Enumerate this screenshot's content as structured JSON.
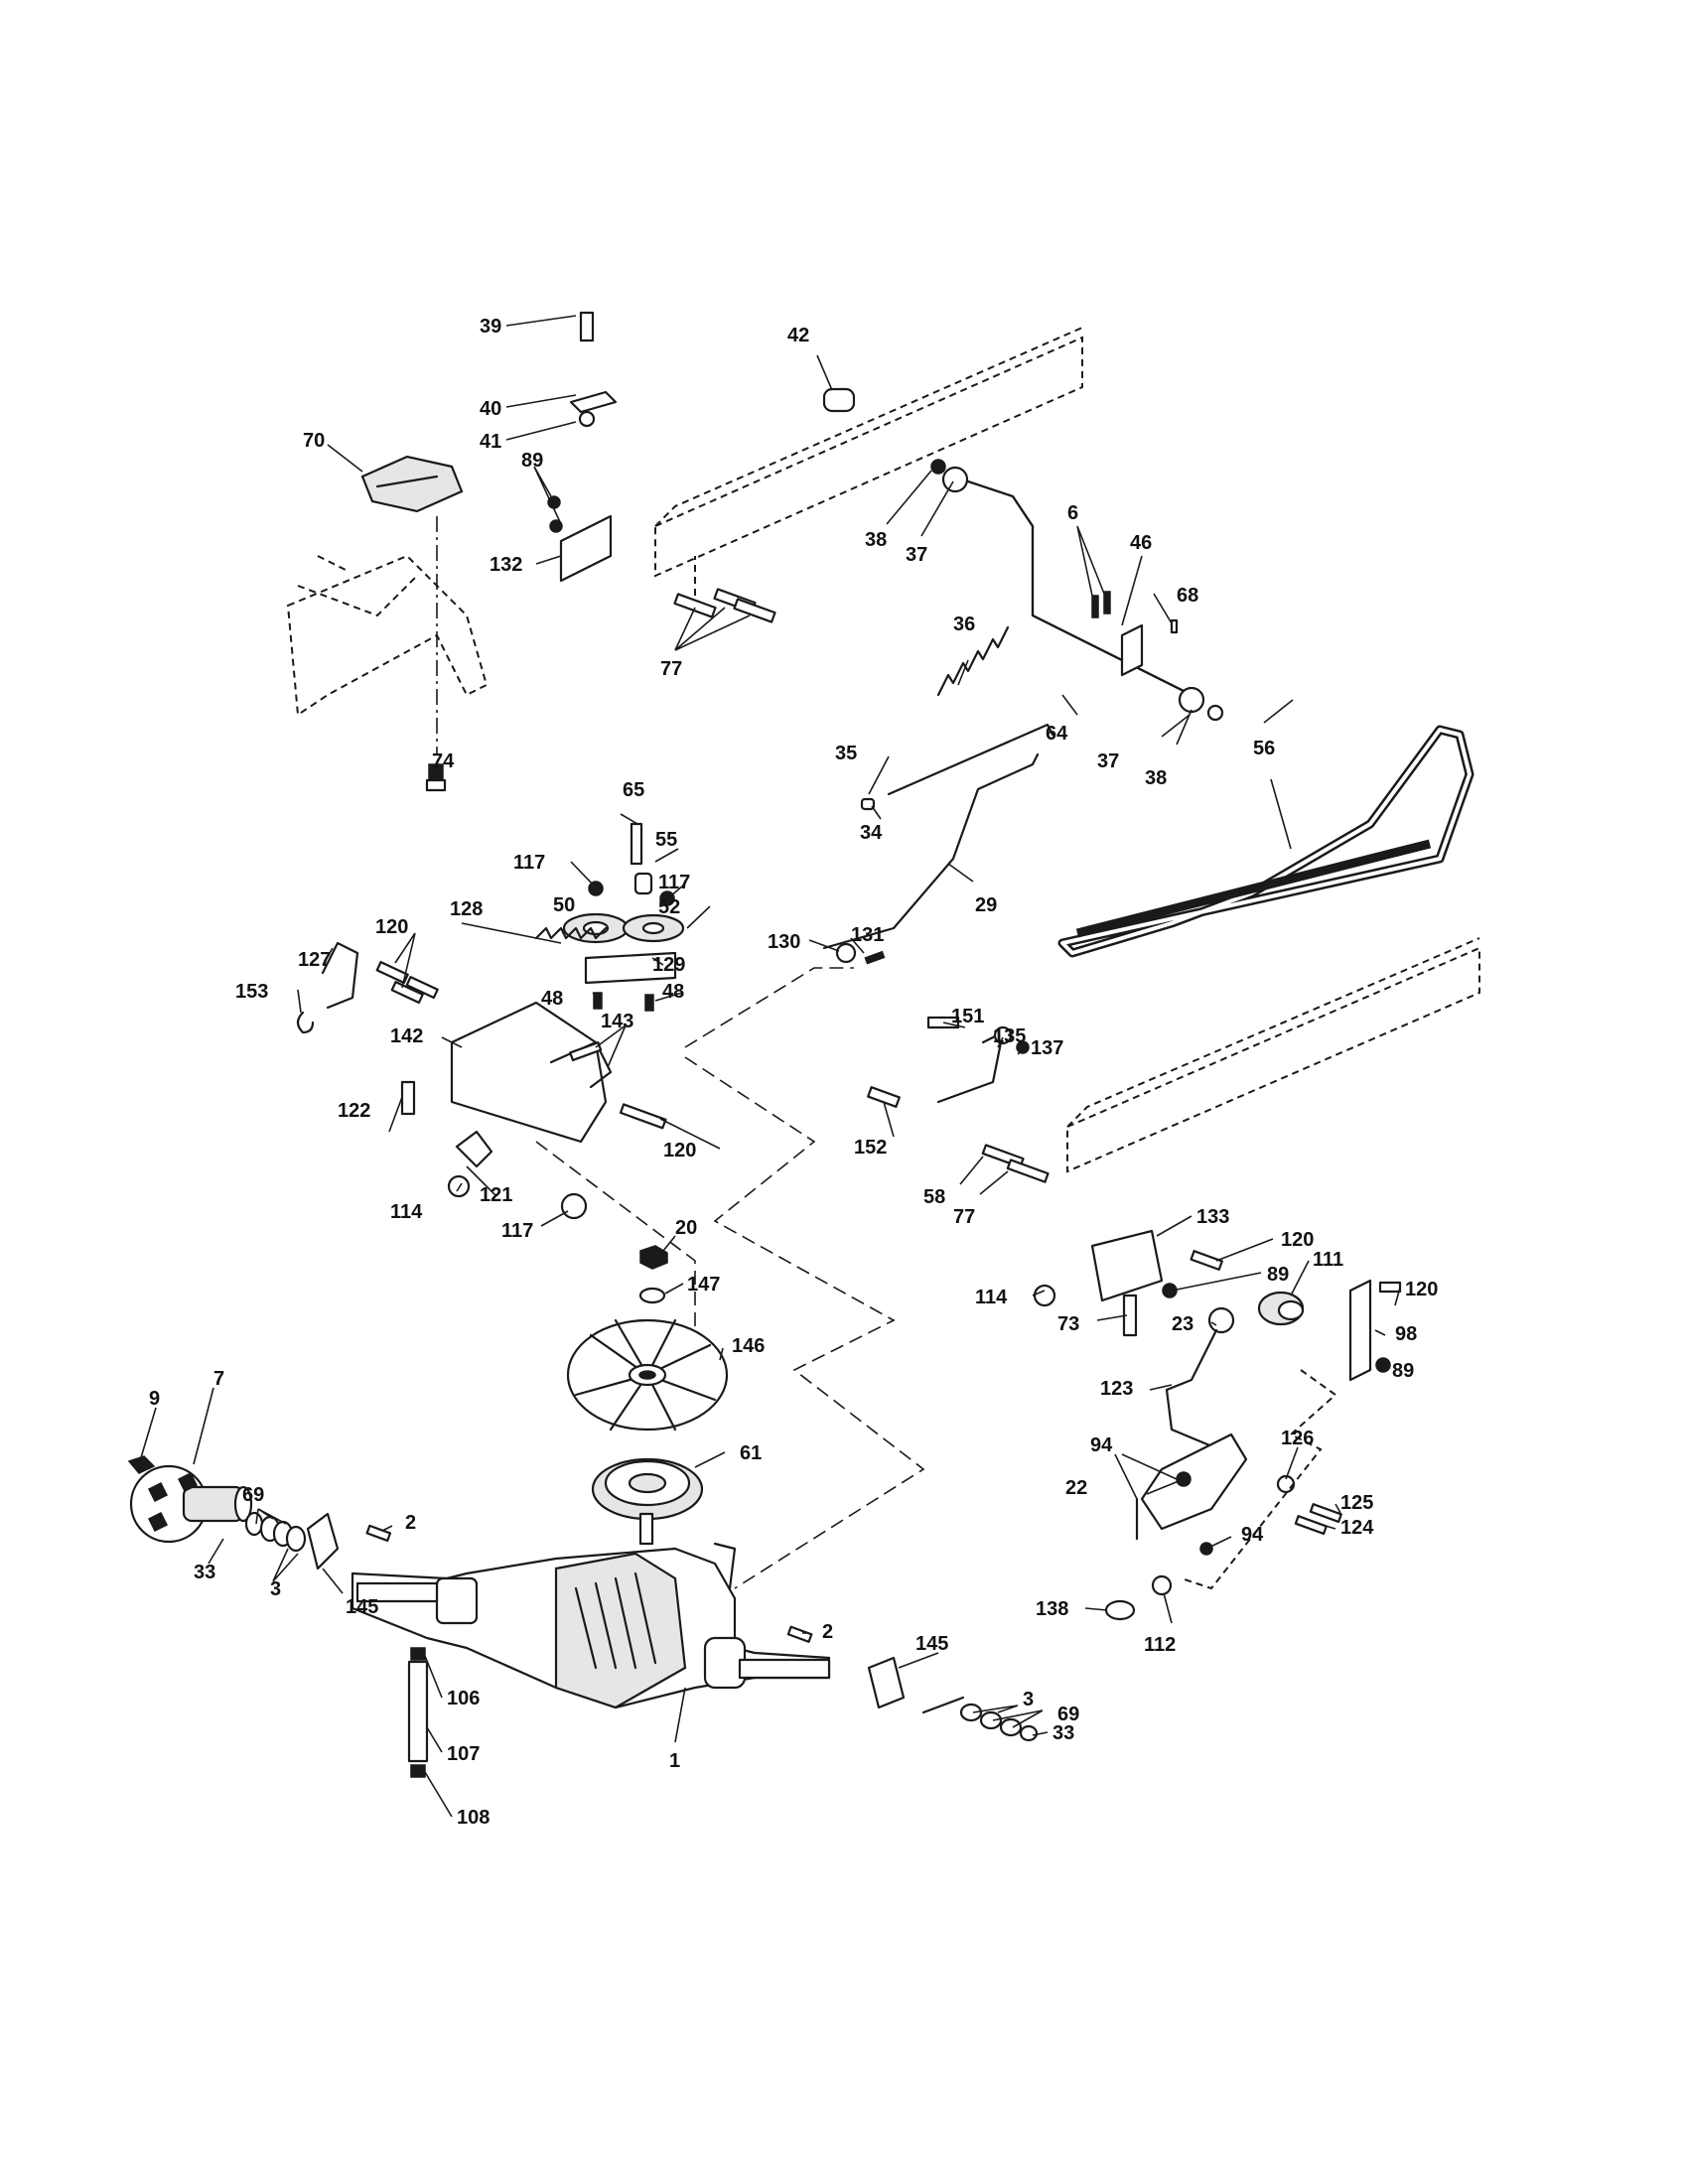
{
  "diagram": {
    "callouts": [
      "1",
      "2",
      "3",
      "6",
      "7",
      "9",
      "20",
      "22",
      "23",
      "29",
      "33",
      "34",
      "35",
      "36",
      "37",
      "38",
      "39",
      "40",
      "41",
      "42",
      "46",
      "48",
      "50",
      "52",
      "55",
      "56",
      "58",
      "61",
      "64",
      "65",
      "68",
      "69",
      "70",
      "73",
      "74",
      "77",
      "89",
      "94",
      "98",
      "106",
      "107",
      "108",
      "111",
      "112",
      "114",
      "117",
      "120",
      "121",
      "122",
      "123",
      "124",
      "125",
      "126",
      "127",
      "128",
      "129",
      "130",
      "131",
      "132",
      "133",
      "135",
      "137",
      "138",
      "142",
      "143",
      "145",
      "146",
      "147",
      "151",
      "152",
      "153"
    ]
  }
}
